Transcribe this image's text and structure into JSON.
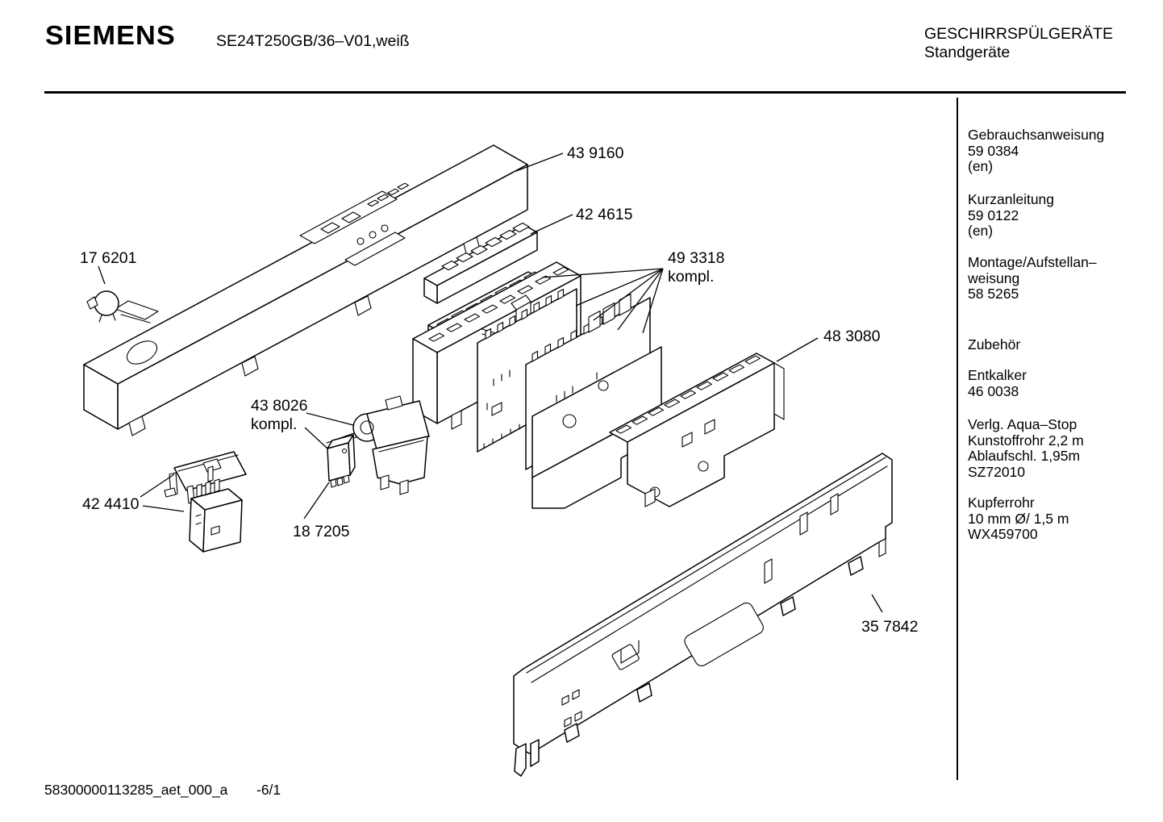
{
  "header": {
    "brand": "SIEMENS",
    "model": "SE24T250GB/36–V01,weiß",
    "category": "GESCHIRRSPÜLGERÄTE",
    "subcategory": "Standgeräte"
  },
  "sidebar": {
    "sections": [
      {
        "lines": [
          "Gebrauchsanweisung",
          "59 0384",
          "(en)"
        ]
      },
      {
        "lines": [
          "Kurzanleitung",
          "59 0122",
          "(en)"
        ]
      },
      {
        "lines": [
          "Montage/Aufstellan–",
          "weisung",
          "58 5265"
        ]
      },
      {
        "lines": [
          "Zubehör"
        ]
      },
      {
        "lines": [
          "Entkalker",
          "46 0038"
        ]
      },
      {
        "lines": [
          "Verlg. Aqua–Stop",
          "Kunstoffrohr 2,2 m",
          "Ablaufschl. 1,95m",
          "SZ72010"
        ]
      },
      {
        "lines": [
          "Kupferrohr",
          "10 mm Ø/ 1,5 m",
          "WX459700"
        ]
      }
    ]
  },
  "diagram": {
    "labels": {
      "fascia": "43 9160",
      "keystrip": "42 4615",
      "clip": "17 6201",
      "module": "49 3318",
      "module2": "kompl.",
      "frame": "48 3080",
      "lock": "43 8026",
      "lock2": "kompl.",
      "switchasm": "42 4410",
      "microswitch": "18 7205",
      "mountpanel": "35 7842"
    }
  },
  "footer": {
    "doc_id": "58300000113285_aet_000_a",
    "page": "-6/1"
  }
}
